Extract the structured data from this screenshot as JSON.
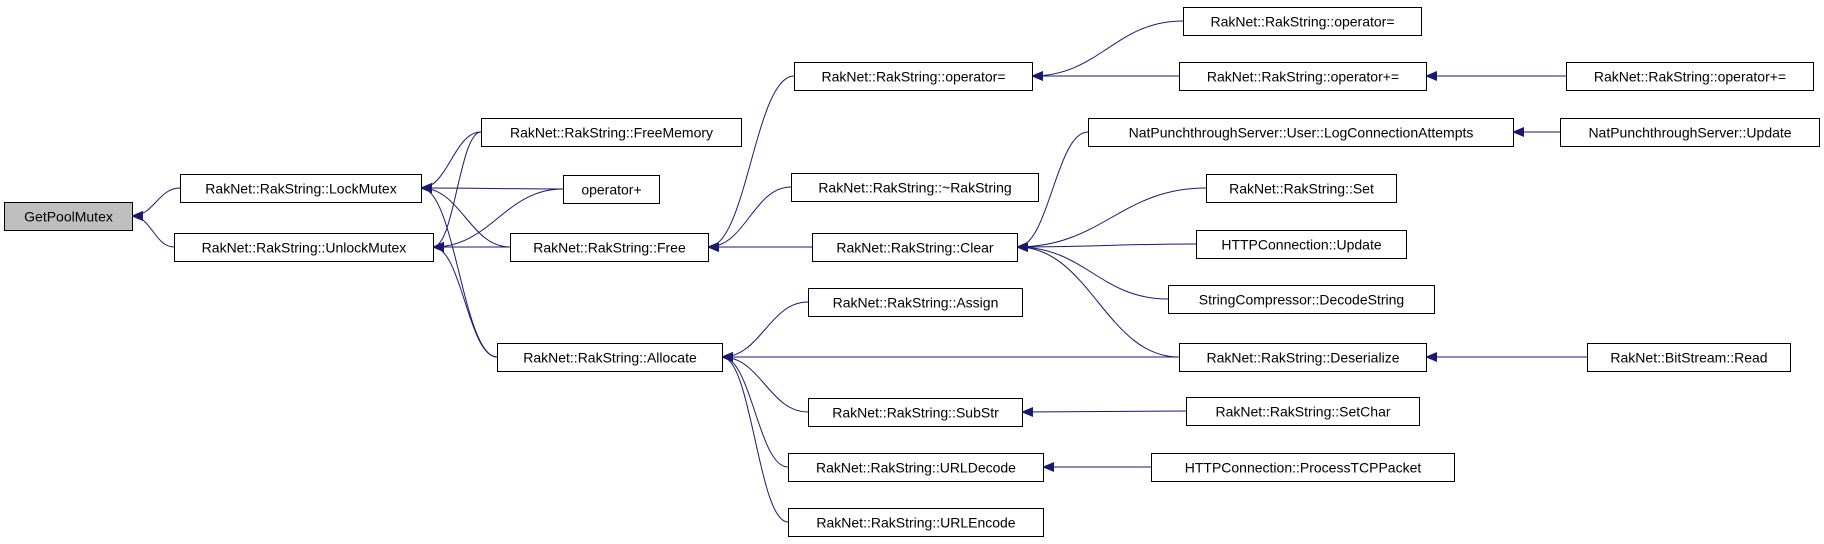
{
  "graph": {
    "edge_color": "#191970",
    "root_fill": "#bfbfbf",
    "nodes": [
      {
        "id": "GetPoolMutex",
        "label": "GetPoolMutex"
      },
      {
        "id": "LockMutex",
        "label": "RakNet::RakString::LockMutex"
      },
      {
        "id": "UnlockMutex",
        "label": "RakNet::RakString::UnlockMutex"
      },
      {
        "id": "FreeMemory",
        "label": "RakNet::RakString::FreeMemory"
      },
      {
        "id": "operatorPlus",
        "label": "operator+"
      },
      {
        "id": "Free",
        "label": "RakNet::RakString::Free"
      },
      {
        "id": "Allocate",
        "label": "RakNet::RakString::Allocate"
      },
      {
        "id": "OpAssign1",
        "label": "RakNet::RakString::operator="
      },
      {
        "id": "Destructor",
        "label": "RakNet::RakString::~RakString"
      },
      {
        "id": "Clear",
        "label": "RakNet::RakString::Clear"
      },
      {
        "id": "Assign",
        "label": "RakNet::RakString::Assign"
      },
      {
        "id": "SubStr",
        "label": "RakNet::RakString::SubStr"
      },
      {
        "id": "URLDecode",
        "label": "RakNet::RakString::URLDecode"
      },
      {
        "id": "URLEncode",
        "label": "RakNet::RakString::URLEncode"
      },
      {
        "id": "OpAssign2",
        "label": "RakNet::RakString::operator="
      },
      {
        "id": "OpPlusEq1",
        "label": "RakNet::RakString::operator+="
      },
      {
        "id": "LogConn",
        "label": "NatPunchthroughServer::User::LogConnectionAttempts"
      },
      {
        "id": "Set",
        "label": "RakNet::RakString::Set"
      },
      {
        "id": "HTTPUpdate",
        "label": "HTTPConnection::Update"
      },
      {
        "id": "DecodeString",
        "label": "StringCompressor::DecodeString"
      },
      {
        "id": "Deserialize",
        "label": "RakNet::RakString::Deserialize"
      },
      {
        "id": "SetChar",
        "label": "RakNet::RakString::SetChar"
      },
      {
        "id": "ProcessTCP",
        "label": "HTTPConnection::ProcessTCPPacket"
      },
      {
        "id": "OpPlusEq2",
        "label": "RakNet::RakString::operator+="
      },
      {
        "id": "NatUpdate",
        "label": "NatPunchthroughServer::Update"
      },
      {
        "id": "BitStreamRead",
        "label": "RakNet::BitStream::Read"
      }
    ],
    "edges": [
      {
        "from": "LockMutex",
        "to": "GetPoolMutex"
      },
      {
        "from": "UnlockMutex",
        "to": "GetPoolMutex"
      },
      {
        "from": "FreeMemory",
        "to": "LockMutex"
      },
      {
        "from": "operatorPlus",
        "to": "LockMutex"
      },
      {
        "from": "Free",
        "to": "LockMutex"
      },
      {
        "from": "Allocate",
        "to": "LockMutex"
      },
      {
        "from": "FreeMemory",
        "to": "UnlockMutex"
      },
      {
        "from": "operatorPlus",
        "to": "UnlockMutex"
      },
      {
        "from": "Free",
        "to": "UnlockMutex"
      },
      {
        "from": "Allocate",
        "to": "UnlockMutex"
      },
      {
        "from": "OpAssign1",
        "to": "Free"
      },
      {
        "from": "Destructor",
        "to": "Free"
      },
      {
        "from": "Clear",
        "to": "Free"
      },
      {
        "from": "Assign",
        "to": "Allocate"
      },
      {
        "from": "Deserialize",
        "to": "Allocate"
      },
      {
        "from": "SubStr",
        "to": "Allocate"
      },
      {
        "from": "URLDecode",
        "to": "Allocate"
      },
      {
        "from": "URLEncode",
        "to": "Allocate"
      },
      {
        "from": "OpAssign2",
        "to": "OpAssign1"
      },
      {
        "from": "OpPlusEq1",
        "to": "OpAssign1"
      },
      {
        "from": "LogConn",
        "to": "Clear"
      },
      {
        "from": "Set",
        "to": "Clear"
      },
      {
        "from": "HTTPUpdate",
        "to": "Clear"
      },
      {
        "from": "DecodeString",
        "to": "Clear"
      },
      {
        "from": "Deserialize",
        "to": "Clear"
      },
      {
        "from": "SetChar",
        "to": "SubStr"
      },
      {
        "from": "ProcessTCP",
        "to": "URLDecode"
      },
      {
        "from": "OpPlusEq2",
        "to": "OpPlusEq1"
      },
      {
        "from": "NatUpdate",
        "to": "LogConn"
      },
      {
        "from": "BitStreamRead",
        "to": "Deserialize"
      }
    ]
  }
}
